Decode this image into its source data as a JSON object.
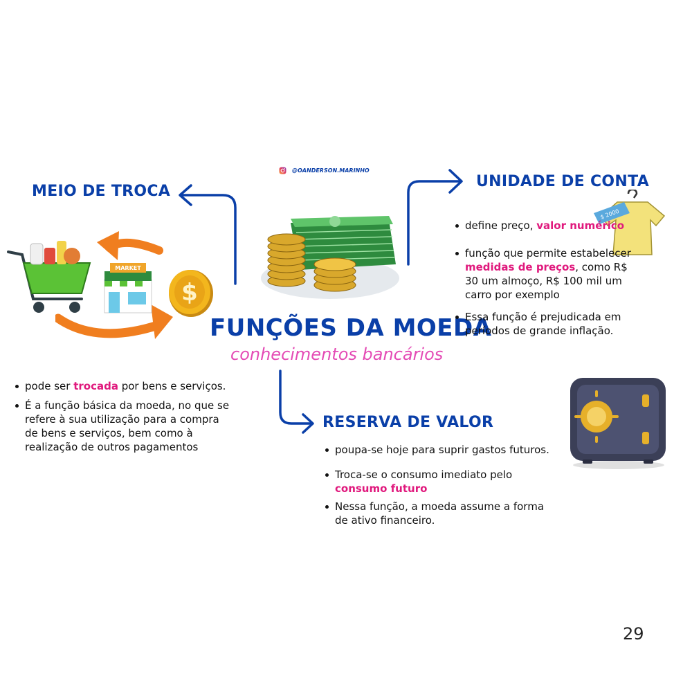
{
  "colors": {
    "primary": "#0a3fa8",
    "accent": "#e0197d",
    "subtitle": "#e44bb5"
  },
  "instagram": {
    "handle": "@OANDERSON.MARINHO"
  },
  "title": "FUNÇÕES DA MOEDA",
  "subtitle": "conhecimentos bancários",
  "meio_troca": {
    "heading": "MEIO DE TROCA",
    "market_sign": "MARKET",
    "bullets": [
      {
        "before": "pode ser ",
        "highlight": "trocada",
        "after": " por bens e serviços."
      },
      {
        "before": "É a função básica da moeda, no que se refere à sua utilização para a compra de bens e serviços, bem como à realização de outros pagamentos",
        "highlight": "",
        "after": ""
      }
    ]
  },
  "unidade_conta": {
    "heading": "UNIDADE DE CONTA",
    "price_tag": "$ 2000",
    "bullets": [
      {
        "before": "define preço, ",
        "highlight": "valor numérico",
        "after": ""
      },
      {
        "before": "função que permite estabelecer ",
        "highlight": "medidas de preços",
        "after": ", como R$ 30 um almoço, R$ 100 mil um carro por exemplo"
      },
      {
        "before": "Essa função é prejudicada em períodos de grande inflação.",
        "highlight": "",
        "after": ""
      }
    ]
  },
  "reserva_valor": {
    "heading": "RESERVA DE VALOR",
    "bullets": [
      {
        "before": "poupa-se hoje para suprir gastos futuros.",
        "highlight": "",
        "after": ""
      },
      {
        "before": "Troca-se o consumo imediato pelo ",
        "highlight": "consumo futuro",
        "after": ""
      },
      {
        "before": "Nessa função, a moeda assume a forma de ativo financeiro.",
        "highlight": "",
        "after": ""
      }
    ]
  },
  "page_number": "29",
  "icons": [
    "instagram-icon",
    "shopping-cart-icon",
    "market-store-icon",
    "dollar-coin-icon",
    "money-stack-icon",
    "shirt-price-tag-icon",
    "safe-icon"
  ]
}
